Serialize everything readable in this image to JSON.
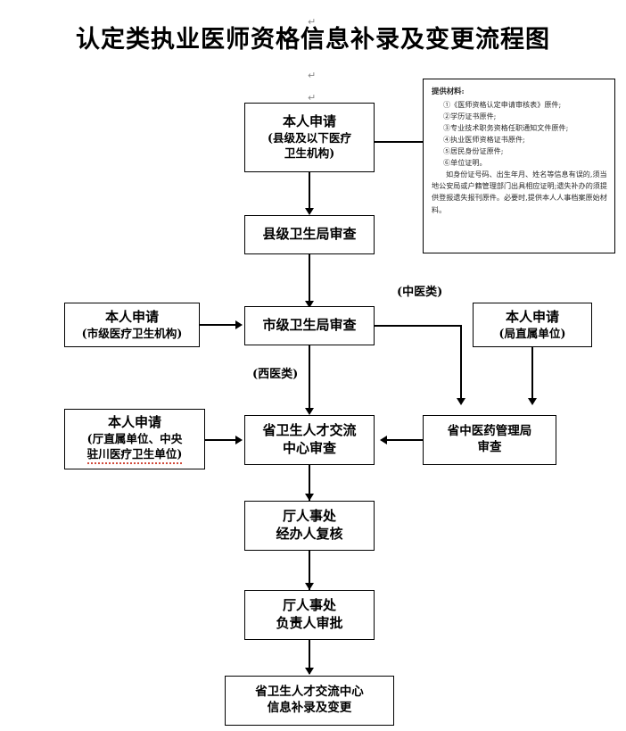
{
  "document": {
    "title": "认定类执业医师资格信息补录及变更流程图",
    "paragraph_marks": [
      "↵",
      "↵",
      "↵"
    ]
  },
  "note": {
    "heading": "提供材料:",
    "items": [
      "①《医师资格认定申请审核表》原件;",
      "②学历证书原件;",
      "③专业技术职务资格任职通知文件原件;",
      "④执业医师资格证书原件;",
      "⑤居民身份证原件;",
      "⑥单位证明。"
    ],
    "paragraph": "如身份证号码、出生年月、姓名等信息有误的,须当地公安局或户籍管理部门出具相应证明;遗失补办的须提供登报遗失报刊原件。必要时,提供本人人事档案原始材料。"
  },
  "nodes": [
    {
      "id": "apply-county",
      "lines": [
        "本人申请",
        "(县级及以下医疗",
        "卫生机构)"
      ]
    },
    {
      "id": "county-bureau-review",
      "lines": [
        "县级卫生局审查"
      ]
    },
    {
      "id": "apply-city",
      "lines": [
        "本人申请",
        "(市级医疗卫生机构)"
      ]
    },
    {
      "id": "city-bureau-review",
      "lines": [
        "市级卫生局审查"
      ]
    },
    {
      "id": "apply-bureau-direct",
      "lines": [
        "本人申请",
        "(局直属单位)"
      ]
    },
    {
      "id": "apply-dept-direct",
      "lines": [
        "本人申请",
        "(厅直属单位、中央",
        "驻川医疗卫生单位)"
      ]
    },
    {
      "id": "province-talent-center-review",
      "lines": [
        "省卫生人才交流",
        "中心审查"
      ]
    },
    {
      "id": "province-tcm-bureau-review",
      "lines": [
        "省中医药管理局",
        "审查"
      ]
    },
    {
      "id": "dept-hr-officer-recheck",
      "lines": [
        "厅人事处",
        "经办人复核"
      ]
    },
    {
      "id": "dept-hr-head-approval",
      "lines": [
        "厅人事处",
        "负责人审批"
      ]
    },
    {
      "id": "province-talent-center-update",
      "lines": [
        "省卫生人才交流中心",
        "信息补录及变更"
      ]
    }
  ],
  "edge_labels": {
    "tcm": "(中医类)",
    "western": "(西医类)"
  },
  "colors": {
    "line": "#000000",
    "background": "#ffffff",
    "text": "#000000",
    "note_text": "#2b2b2b",
    "spellcheck_underline": "#d04a3a"
  }
}
